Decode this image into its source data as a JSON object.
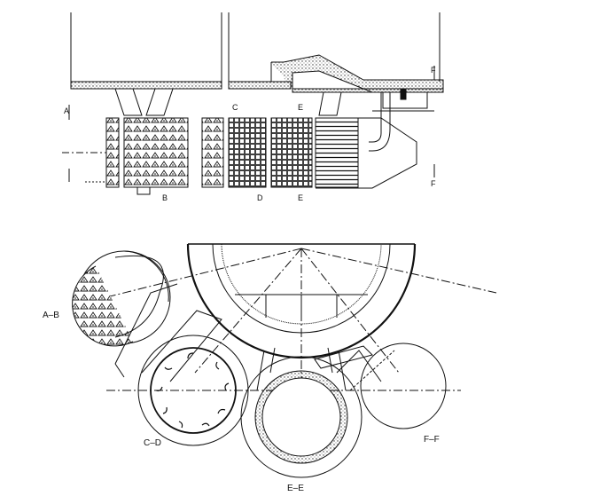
{
  "labels": {
    "section_a": "A",
    "section_b": "B",
    "section_c": "C",
    "section_d": "D",
    "section_e_top": "E",
    "section_e_bottom": "E",
    "section_f_top": "F",
    "section_f_bottom": "F",
    "view_ab": "A–B",
    "view_cd": "C–D",
    "view_ee": "E–E",
    "view_ff": "F–F"
  },
  "colors": {
    "ink": "#111111",
    "paper": "#ffffff",
    "hatch": "#555555"
  }
}
